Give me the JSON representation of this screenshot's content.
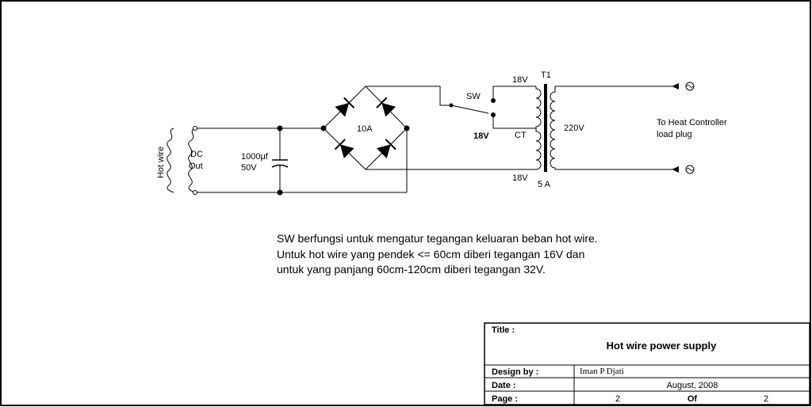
{
  "schematic": {
    "left_label": "Hot wire",
    "dc_label": "DC",
    "out_label": "Out",
    "cap_value": "1000μf",
    "cap_voltage": "50V",
    "bridge_current": "10A",
    "switch_label": "SW",
    "selected_voltage": "18V",
    "secondary_top": "18V",
    "center_tap": "CT",
    "secondary_bottom": "18V",
    "transformer_ref": "T1",
    "transformer_rating": "5 A",
    "primary_voltage": "220V",
    "dest_line1": "To Heat Controller",
    "dest_line2": "load plug"
  },
  "notes": [
    "SW berfungsi untuk mengatur tegangan keluaran beban hot wire.",
    "Untuk hot wire yang pendek <= 60cm diberi tegangan 16V dan",
    "untuk yang panjang 60cm-120cm diberi tegangan 32V."
  ],
  "title_block": {
    "title_label": "Title :",
    "title": "Hot wire power supply",
    "design_label": "Design by :",
    "designer": "Iman P Djati",
    "date_label": "Date :",
    "date": "August, 2008",
    "page_label": "Page :",
    "page": "2",
    "of_label": "Of",
    "total": "2"
  }
}
